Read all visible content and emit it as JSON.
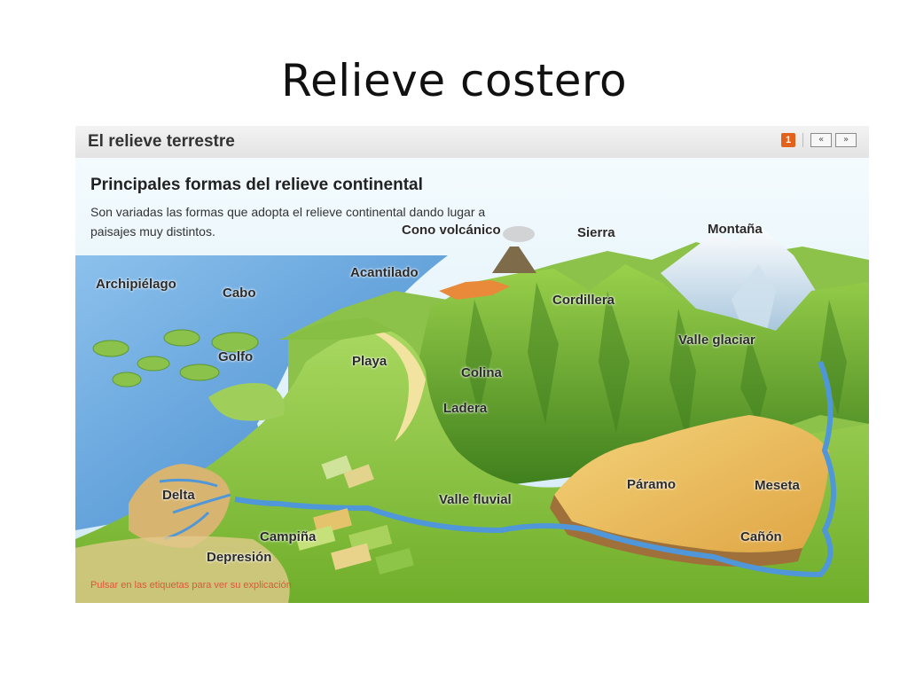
{
  "slide": {
    "title": "Relieve costero"
  },
  "window": {
    "title": "El relieve terrestre",
    "page_number": "1",
    "prev_label": "«",
    "next_label": "»"
  },
  "content": {
    "heading": "Principales formas del relieve continental",
    "description": "Son variadas las formas que adopta el relieve continental dando lugar a paisajes muy distintos.",
    "footer_note": "Pulsar en las etiquetas para ver su explicación"
  },
  "labels": {
    "archipielago": "Archipiélago",
    "cabo": "Cabo",
    "golfo": "Golfo",
    "playa": "Playa",
    "acantilado": "Acantilado",
    "cono_volcanico": "Cono volcánico",
    "sierra": "Sierra",
    "montana": "Montaña",
    "cordillera": "Cordillera",
    "valle_glaciar": "Valle glaciar",
    "colina": "Colina",
    "ladera": "Ladera",
    "delta": "Delta",
    "valle_fluvial": "Valle fluvial",
    "paramo": "Páramo",
    "meseta": "Meseta",
    "canon": "Cañón",
    "campina": "Campiña",
    "depresion": "Depresión"
  },
  "colors": {
    "sea": "#4f97d8",
    "land_green": "#7fbf3a",
    "mountain_dark": "#4b8a26",
    "plateau": "#e8b24c",
    "snow": "#dfeaf2",
    "page_badge": "#e2621b"
  }
}
